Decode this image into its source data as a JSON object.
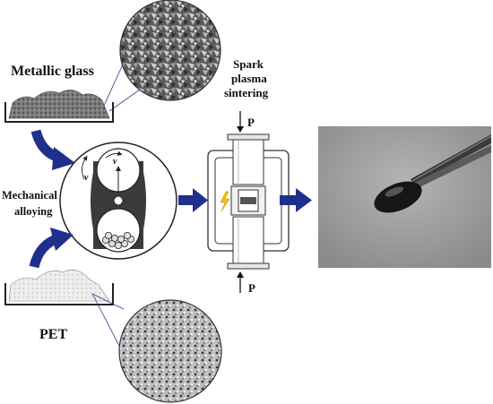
{
  "labels": {
    "metallic_glass": "Metallic glass",
    "pet": "PET",
    "mechanical_alloying_line1": "Mechanical",
    "mechanical_alloying_line2": "alloying",
    "sps_line1": "Spark",
    "sps_line2": "plasma",
    "sps_line3": "sintering",
    "pressure_top": "P",
    "pressure_bottom": "P",
    "velocity_left": "v",
    "velocity_right": "v"
  },
  "colors": {
    "arrow": "#1f2f8c",
    "powder_dark": "#6e6e6e",
    "powder_light": "#e6e6e6",
    "photo_bg": "#9c9c9c",
    "mill_body": "#3b3b3b"
  },
  "icons": {
    "flow_arrow": "curved-arrow-icon",
    "spark": "lightning-icon"
  }
}
